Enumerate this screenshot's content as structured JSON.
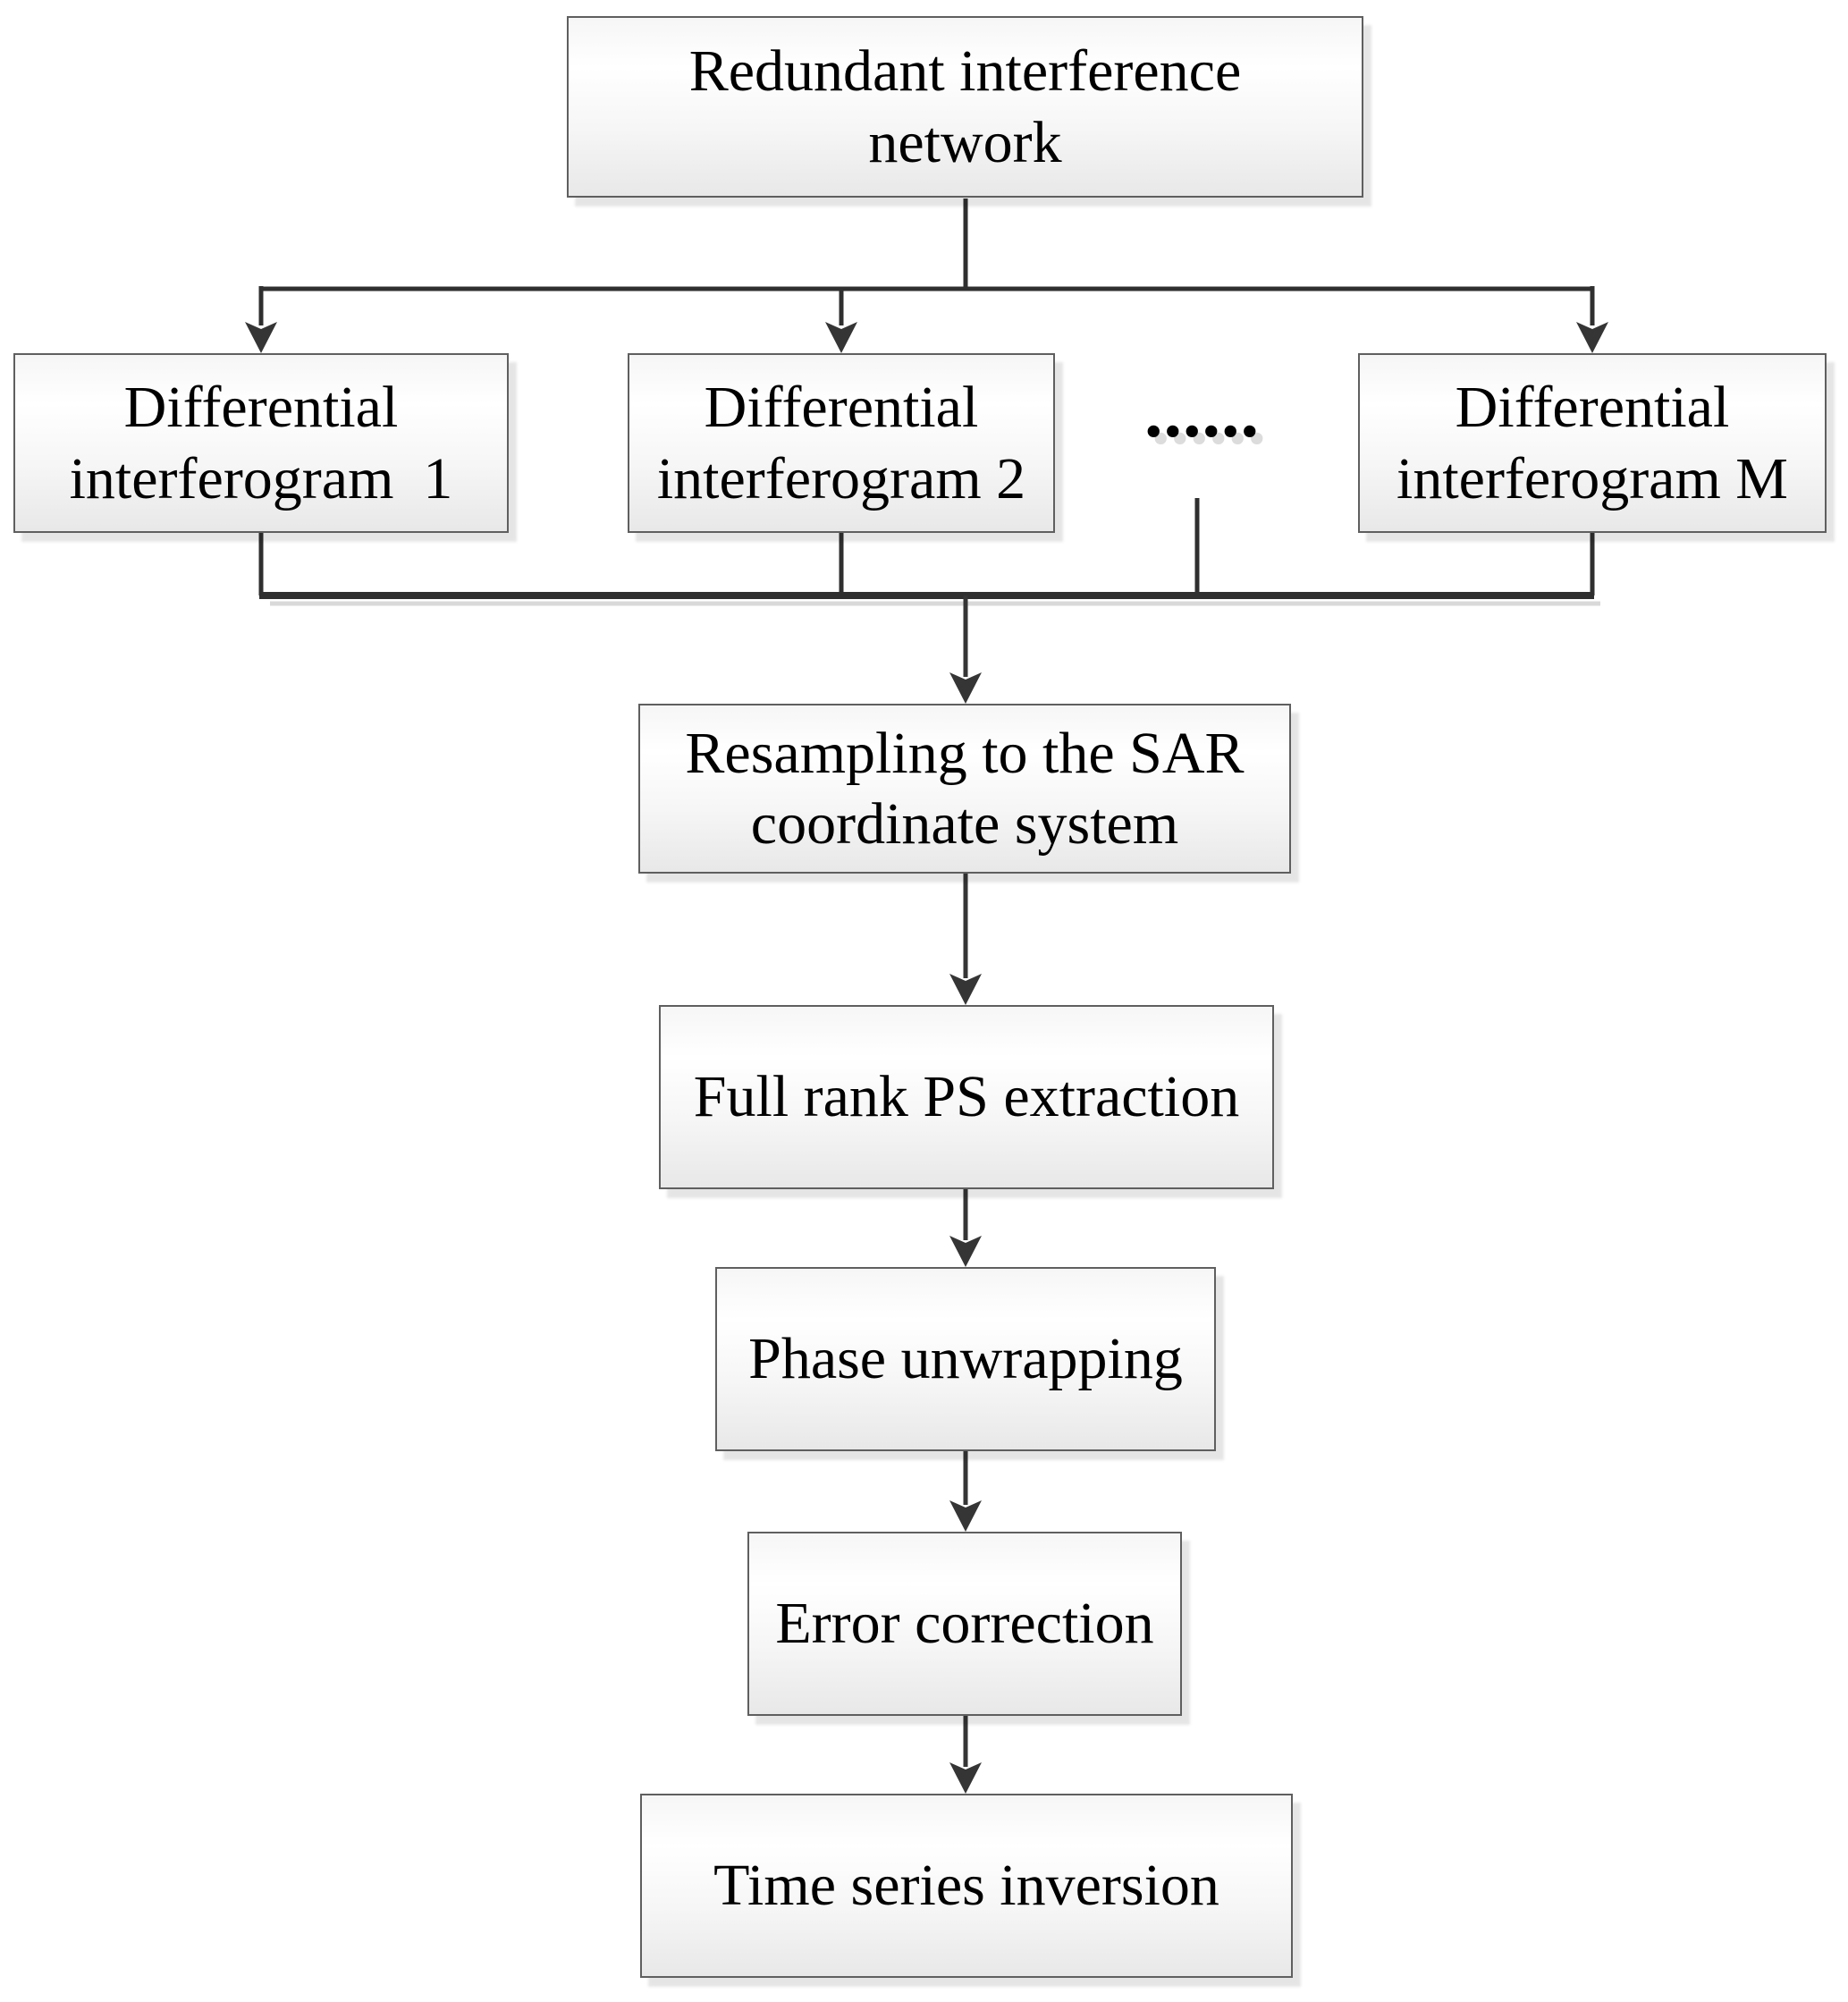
{
  "figure": {
    "type": "flowchart",
    "background": "#ffffff",
    "colors": {
      "line": "#2f2f2f",
      "box_border": "#5f5f5f",
      "box_fill_top": "#ffffff",
      "box_fill_bottom": "#e8e8e8",
      "text": "#000000",
      "shadow": "#dcdcdc"
    },
    "nodes": {
      "redundant": {
        "label": "Redundant interference\nnetwork"
      },
      "diff1": {
        "label": "Differential\ninterferogram  1"
      },
      "diff2": {
        "label": "Differential\ninterferogram 2"
      },
      "dots": {
        "label": "......"
      },
      "diff3": {
        "label": "Differential\ninterferogram M"
      },
      "resampling": {
        "label": "Resampling to the SAR\ncoordinate system"
      },
      "fullrank": {
        "label": "Full rank PS extraction"
      },
      "phase": {
        "label": "Phase unwrapping"
      },
      "error": {
        "label": "Error correction"
      },
      "time": {
        "label": "Time series inversion"
      }
    },
    "edges": [
      {
        "from": "redundant",
        "to": "diff1"
      },
      {
        "from": "redundant",
        "to": "diff2"
      },
      {
        "from": "redundant",
        "to": "diff3"
      },
      {
        "from": "diff1",
        "to": "resampling"
      },
      {
        "from": "diff2",
        "to": "resampling"
      },
      {
        "from": "dots",
        "to": "resampling"
      },
      {
        "from": "diff3",
        "to": "resampling"
      },
      {
        "from": "resampling",
        "to": "fullrank"
      },
      {
        "from": "fullrank",
        "to": "phase"
      },
      {
        "from": "phase",
        "to": "error"
      },
      {
        "from": "error",
        "to": "time"
      }
    ]
  }
}
